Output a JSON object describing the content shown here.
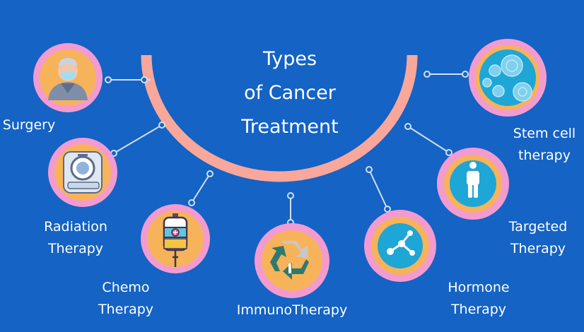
{
  "title": [
    "Types",
    "of Cancer",
    "Treatment"
  ],
  "colors": {
    "background": "#1463c5",
    "arc": "#f9a79b",
    "ring_orange": "#f7b35a",
    "ring_pink": "#f39bd0",
    "connector": "#d7e1f0"
  },
  "treatments": [
    {
      "lines": [
        "Surgery"
      ],
      "icon": "surgeon-icon"
    },
    {
      "lines": [
        "Radiation",
        "Therapy"
      ],
      "icon": "mri-scanner-icon"
    },
    {
      "lines": [
        "Chemo",
        "Therapy"
      ],
      "icon": "iv-bag-icon"
    },
    {
      "lines": [
        "ImmunoTherapy"
      ],
      "icon": "recycle-arrows-icon"
    },
    {
      "lines": [
        "Hormone",
        "Therapy"
      ],
      "icon": "molecule-icon"
    },
    {
      "lines": [
        "Targeted",
        "Therapy"
      ],
      "icon": "person-icon"
    },
    {
      "lines": [
        "Stem cell",
        "therapy"
      ],
      "icon": "cells-icon"
    }
  ]
}
